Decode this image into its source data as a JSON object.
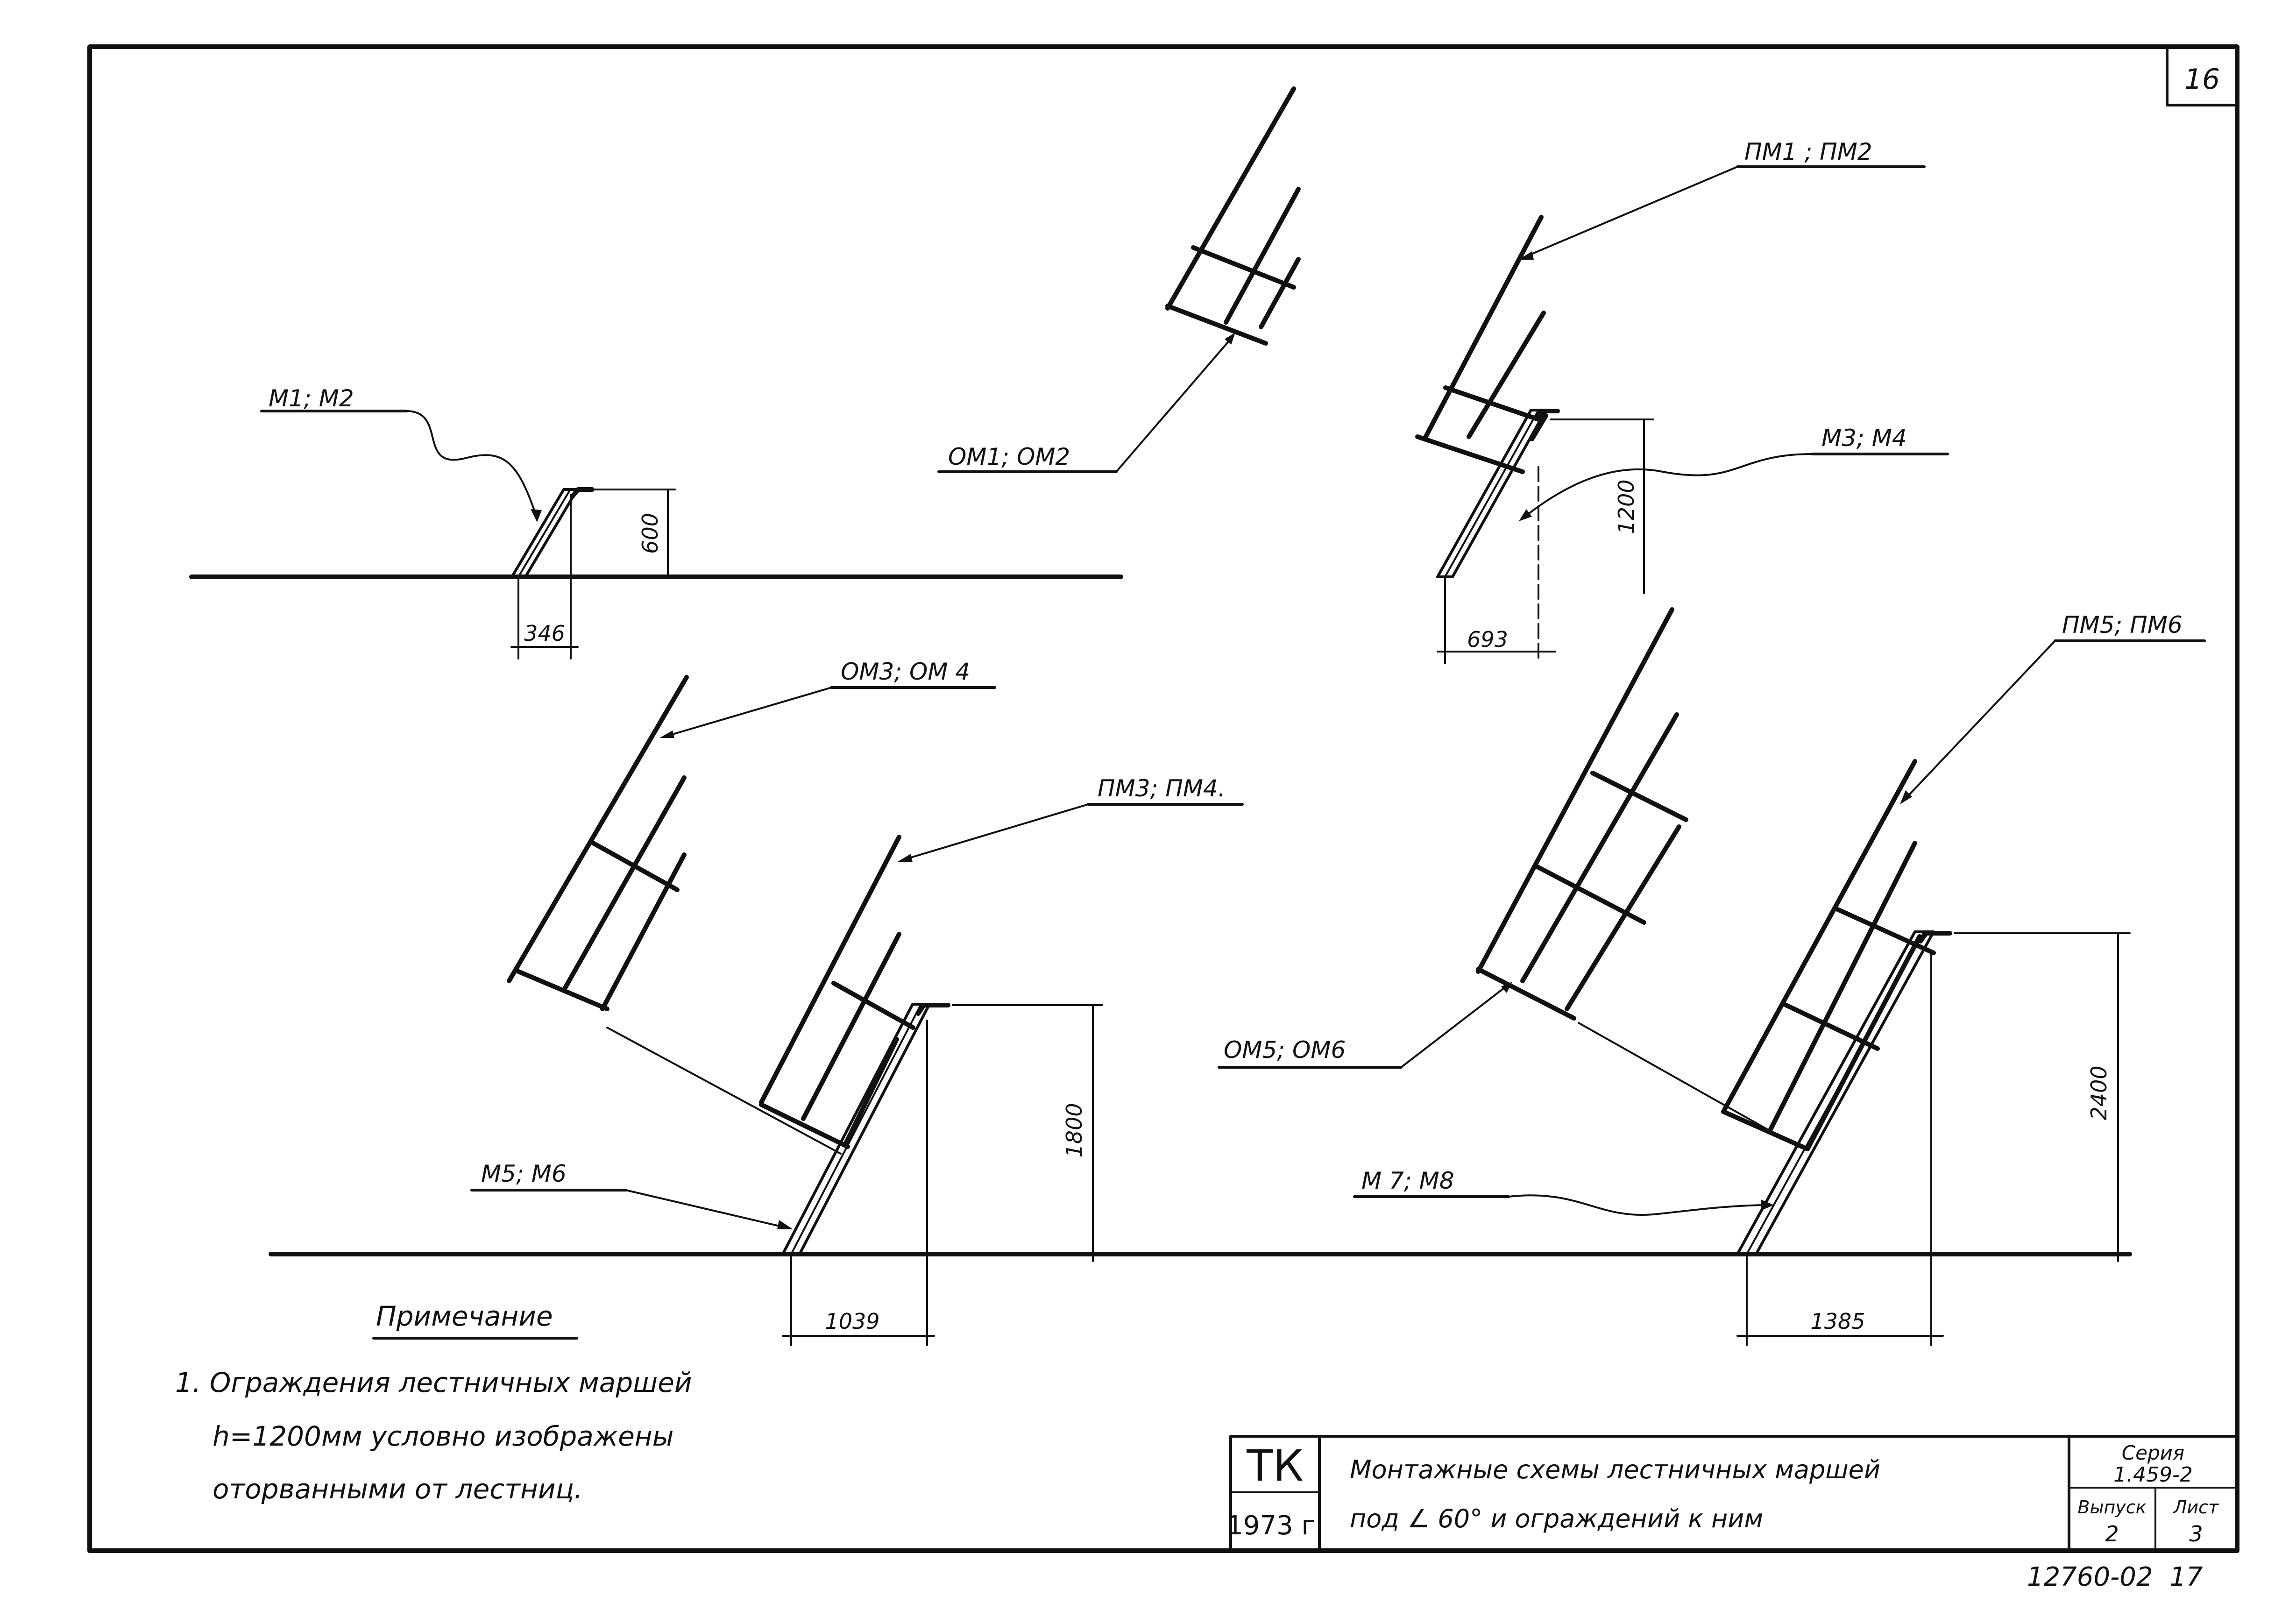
{
  "sheet_number": "16",
  "labels": {
    "m1_m2": "М1; М2",
    "om1_om2": "ОМ1; ОМ2",
    "pm1_pm2": "ПМ1 ; ПМ2",
    "m3_m4": "М3; М4",
    "om3_om4": "ОМ3; ОМ 4",
    "pm3_pm4": "ПМ3; ПМ4.",
    "m5_m6": "М5; М6",
    "om5_om6": "ОМ5; ОМ6",
    "pm5_pm6": "ПМ5; ПМ6",
    "m7_m8": "М 7; М8"
  },
  "dimensions": {
    "d600": "600",
    "d346": "346",
    "d1200": "1200",
    "d693": "693",
    "d1800": "1800",
    "d1039": "1039",
    "d2400": "2400",
    "d1385": "1385"
  },
  "note": {
    "heading": "Примечание",
    "line1": "1. Ограждения лестничных маршей",
    "line2": "h=1200мм условно изображены",
    "line3": "оторванными от лестниц."
  },
  "title_block": {
    "org": "ТК",
    "year": "1973 г.",
    "title_line1": "Монтажные схемы лестничных маршей",
    "title_line2": "под ∠ 60° и ограждений к ним",
    "series_label": "Серия",
    "series_value": "1.459-2",
    "issue_label": "Выпуск",
    "issue_value": "2",
    "sheet_label": "Лист",
    "sheet_value": "3"
  },
  "footer_code": "12760-02  17"
}
